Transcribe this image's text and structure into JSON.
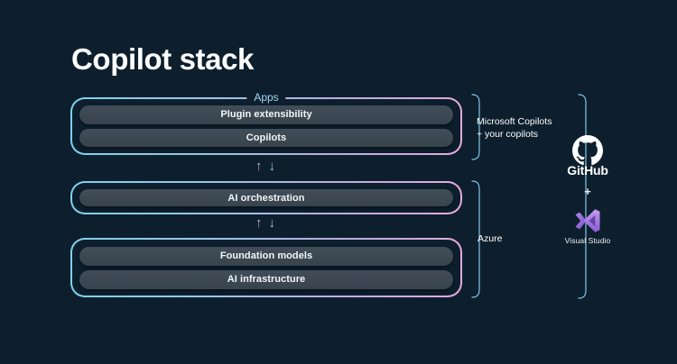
{
  "slide": {
    "title": "Copilot stack",
    "background_color": "#0d1f2d",
    "accent_cyan": "#7fd1ee",
    "accent_pink": "#e6a9dd"
  },
  "layers": [
    {
      "id": "apps",
      "label": "Apps",
      "items": [
        {
          "label": "Plugin extensibility"
        },
        {
          "label": "Copilots"
        }
      ]
    },
    {
      "id": "orchestration",
      "label": "",
      "items": [
        {
          "label": "AI orchestration"
        }
      ]
    },
    {
      "id": "foundation",
      "label": "",
      "items": [
        {
          "label": "Foundation models"
        },
        {
          "label": "AI infrastructure"
        }
      ]
    }
  ],
  "connectors": [
    {
      "id": "apps-to-orchestration",
      "up": "↑",
      "down": "↓"
    },
    {
      "id": "orchestration-to-foundation",
      "up": "↑",
      "down": "↓"
    }
  ],
  "annotations": {
    "copilots": "Microsoft Copilots\n+ your copilots",
    "azure": "Azure"
  },
  "tooling": {
    "github_name": "GitHub",
    "plus": "+",
    "visual_studio_name": "Visual Studio",
    "vs_purple": "#8e5fd6"
  }
}
